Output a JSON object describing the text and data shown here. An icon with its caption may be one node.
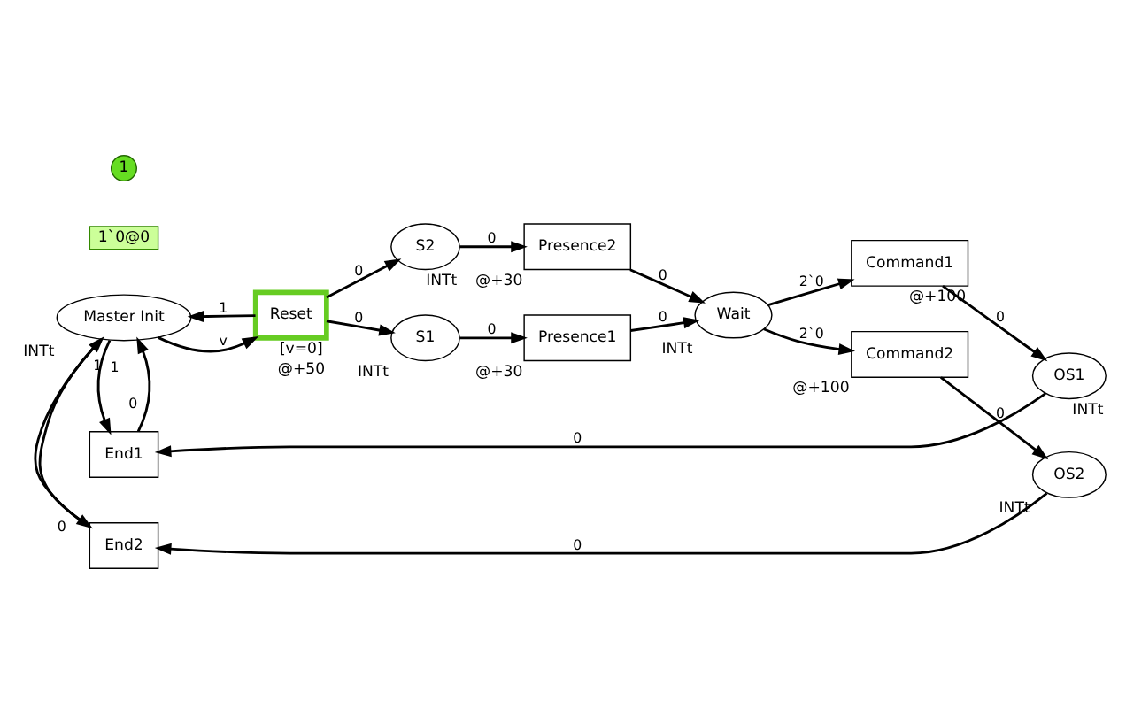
{
  "diagram": {
    "nodes": [
      {
        "text": [
          "End1"
        ]
      },
      {
        "text": [
          "OS1"
        ],
        "beside": [
          "INTt"
        ]
      },
      {
        "text": [
          "S1"
        ],
        "beside": [
          "INTt"
        ]
      },
      {
        "text": [
          "Presence1"
        ],
        "beside": [
          "@+30"
        ]
      },
      {
        "text": [
          "1`0@0"
        ]
      },
      {
        "text": [
          "1"
        ]
      },
      {
        "text": [
          "Master Init"
        ],
        "beside": [
          "INTt"
        ]
      },
      {
        "text": [
          "Reset"
        ],
        "beside": [
          "[v=0]",
          "@+50"
        ]
      },
      {
        "text": [
          "Wait"
        ],
        "beside": [
          "INTt"
        ]
      },
      {
        "text": [
          "Command1"
        ],
        "beside": [
          "@+100"
        ]
      },
      {
        "text": [
          "Command2"
        ],
        "beside": [
          "@+100"
        ]
      },
      {
        "text": [
          "S2"
        ],
        "beside": [
          "INTt"
        ]
      },
      {
        "text": [
          "Presence2"
        ],
        "beside": [
          "@+30"
        ]
      },
      {
        "text": [
          "End2"
        ]
      },
      {
        "text": [
          "OS2"
        ],
        "beside": [
          "INTt"
        ]
      }
    ],
    "edges": [
      {
        "from": 1,
        "to": 0,
        "arrow": "to",
        "label": "0"
      },
      {
        "from": 0,
        "to": 6,
        "arrow": "to",
        "label": "0"
      },
      {
        "from": 6,
        "to": 0,
        "arrow": "to",
        "label": "1"
      },
      {
        "from": 6,
        "to": 7,
        "arrow": "to",
        "label": "v"
      },
      {
        "from": 7,
        "to": 6,
        "arrow": "to",
        "label": "1"
      },
      {
        "from": 7,
        "to": 2,
        "arrow": "to",
        "label": "0"
      },
      {
        "from": 7,
        "to": 11,
        "arrow": "to",
        "label": "0"
      },
      {
        "from": 2,
        "to": 3,
        "arrow": "to",
        "label": "0"
      },
      {
        "from": 3,
        "to": 8,
        "arrow": "to",
        "label": "0"
      },
      {
        "from": 11,
        "to": 12,
        "arrow": "to",
        "label": "0"
      },
      {
        "from": 12,
        "to": 8,
        "arrow": "to",
        "label": "0"
      },
      {
        "from": 8,
        "to": 9,
        "arrow": "to",
        "label": "2`0"
      },
      {
        "from": 8,
        "to": 10,
        "arrow": "to",
        "label": "2`0"
      },
      {
        "from": 9,
        "to": 1,
        "arrow": "to",
        "label": "0"
      },
      {
        "from": 10,
        "to": 14,
        "arrow": "to",
        "label": "0"
      },
      {
        "from": 14,
        "to": 13,
        "arrow": "to",
        "label": "0"
      },
      {
        "from": 6,
        "to": 13,
        "arrow": "to",
        "label": "1"
      },
      {
        "from": 13,
        "to": 6,
        "arrow": "to",
        "label": "0"
      }
    ]
  }
}
